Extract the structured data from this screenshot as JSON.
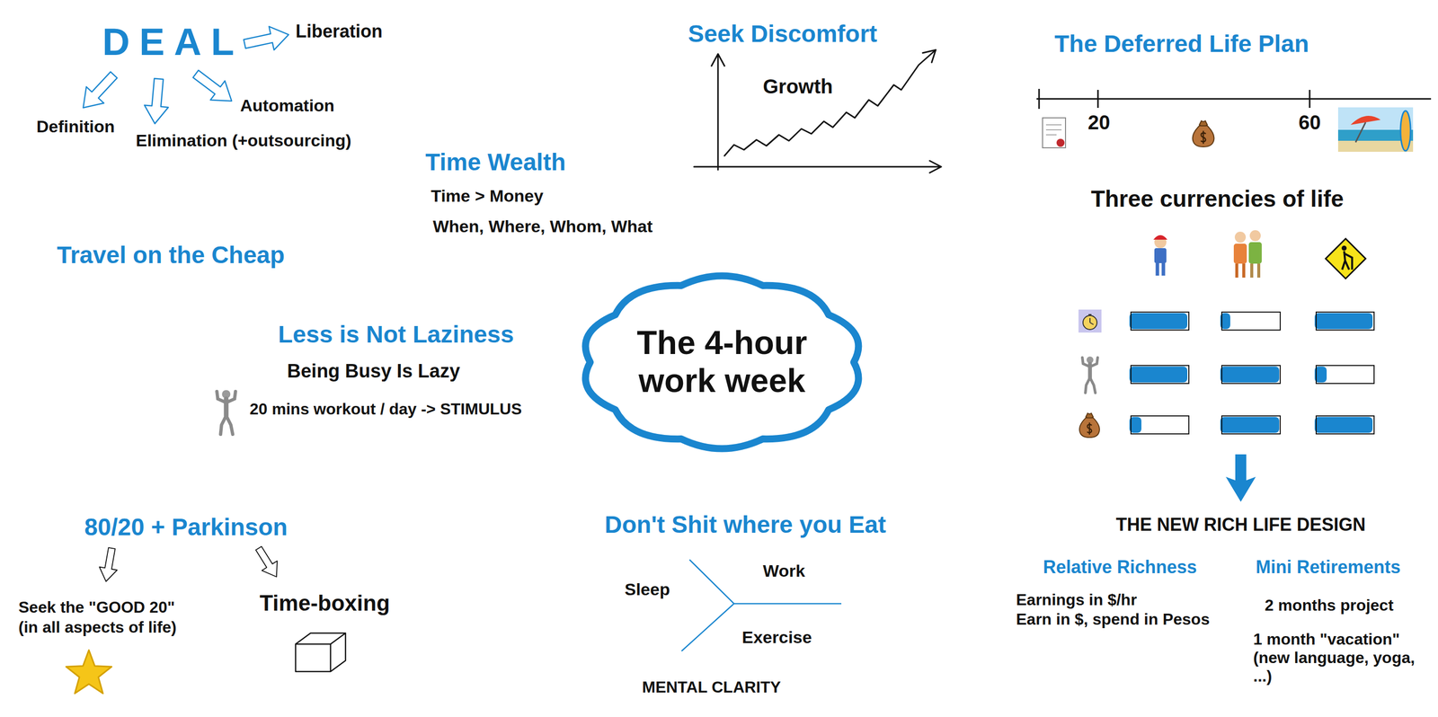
{
  "diagram": {
    "nodes": [
      {
        "text": [
          "The 4-hour work week"
        ]
      }
    ],
    "labels": [
      "DEAL",
      "Liberation",
      "Definition",
      "Elimination (+outsourcing)",
      "Automation",
      "Seek Discomfort",
      "Growth",
      "The Deferred Life Plan",
      "20",
      "60",
      "Time Wealth",
      "Time > Money",
      "When, Where, Whom, What",
      "Three currencies of life",
      "Travel on the Cheap",
      "Less is Not Laziness",
      "Being Busy Is Lazy",
      "20 mins workout / day -> STIMULUS",
      "THE NEW RICH LIFE DESIGN",
      "80/20 + Parkinson",
      "Don't Shit where you Eat",
      "Seek the \"GOOD 20\"",
      "(in all aspects of life)",
      "Time-boxing",
      "Sleep",
      "Work",
      "Exercise",
      "MENTAL CLARITY",
      "Relative Richness",
      "Mini Retirements",
      "Earnings in $/hr",
      "Earn in $, spend in Pesos",
      "2 months project",
      "1 month \"vacation\" (new language, yoga, ...)"
    ]
  }
}
